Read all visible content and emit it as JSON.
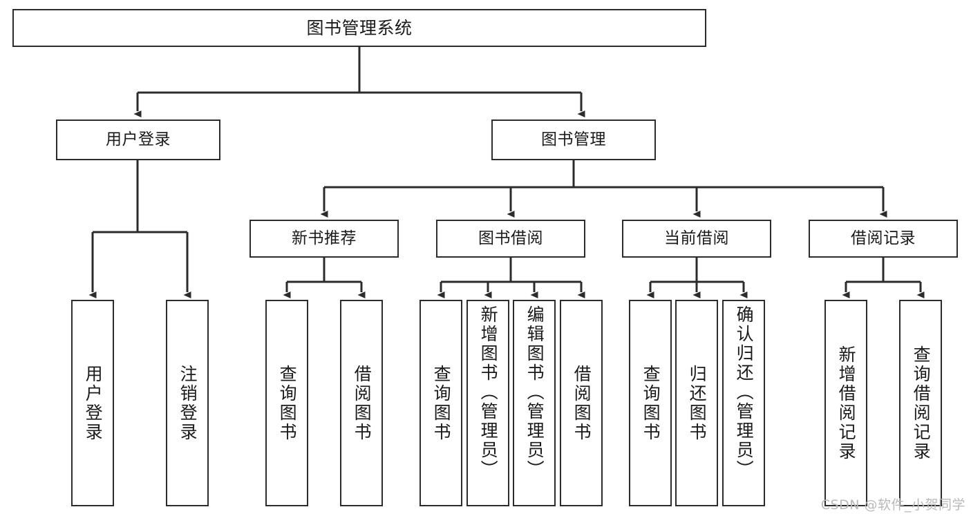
{
  "diagram": {
    "title": "图书管理系统",
    "type": "tree-hierarchy-diagram",
    "watermark": "CSDN @软件_小贺同学",
    "colors": {
      "background": "#ffffff",
      "box_border": "#2b2b2b",
      "box_fill": "#ffffff",
      "connector": "#2b2b2b",
      "text": "#1a1a1a",
      "watermark": "#b9b9b9"
    },
    "levels": {
      "root": {
        "label": "图书管理系统"
      },
      "level2": [
        {
          "key": "user_login",
          "label": "用户登录"
        },
        {
          "key": "book_manage",
          "label": "图书管理"
        }
      ],
      "level3": [
        {
          "key": "new_book_rec",
          "label": "新书推荐",
          "parent": "book_manage"
        },
        {
          "key": "book_borrow",
          "label": "图书借阅",
          "parent": "book_manage"
        },
        {
          "key": "current_borrow",
          "label": "当前借阅",
          "parent": "book_manage"
        },
        {
          "key": "borrow_record",
          "label": "借阅记录",
          "parent": "book_manage"
        }
      ],
      "leaves": [
        {
          "key": "leaf_user_login",
          "label": "用户登录",
          "parent": "user_login"
        },
        {
          "key": "leaf_logout",
          "label": "注销登录",
          "parent": "user_login"
        },
        {
          "key": "leaf_query_book_1",
          "label": "查询图书",
          "parent": "new_book_rec"
        },
        {
          "key": "leaf_borrow_book_1",
          "label": "借阅图书",
          "parent": "new_book_rec"
        },
        {
          "key": "leaf_query_book_2",
          "label": "查询图书",
          "parent": "book_borrow"
        },
        {
          "key": "leaf_add_book",
          "label": "新增图书（管理员）",
          "parent": "book_borrow"
        },
        {
          "key": "leaf_edit_book",
          "label": "编辑图书（管理员）",
          "parent": "book_borrow"
        },
        {
          "key": "leaf_borrow_book_2",
          "label": "借阅图书",
          "parent": "book_borrow"
        },
        {
          "key": "leaf_query_book_3",
          "label": "查询图书",
          "parent": "current_borrow"
        },
        {
          "key": "leaf_return_book",
          "label": "归还图书",
          "parent": "current_borrow"
        },
        {
          "key": "leaf_confirm_return",
          "label": "确认归还（管理员）",
          "parent": "current_borrow"
        },
        {
          "key": "leaf_add_record",
          "label": "新增借阅记录",
          "parent": "borrow_record"
        },
        {
          "key": "leaf_query_record",
          "label": "查询借阅记录",
          "parent": "borrow_record"
        }
      ]
    }
  }
}
